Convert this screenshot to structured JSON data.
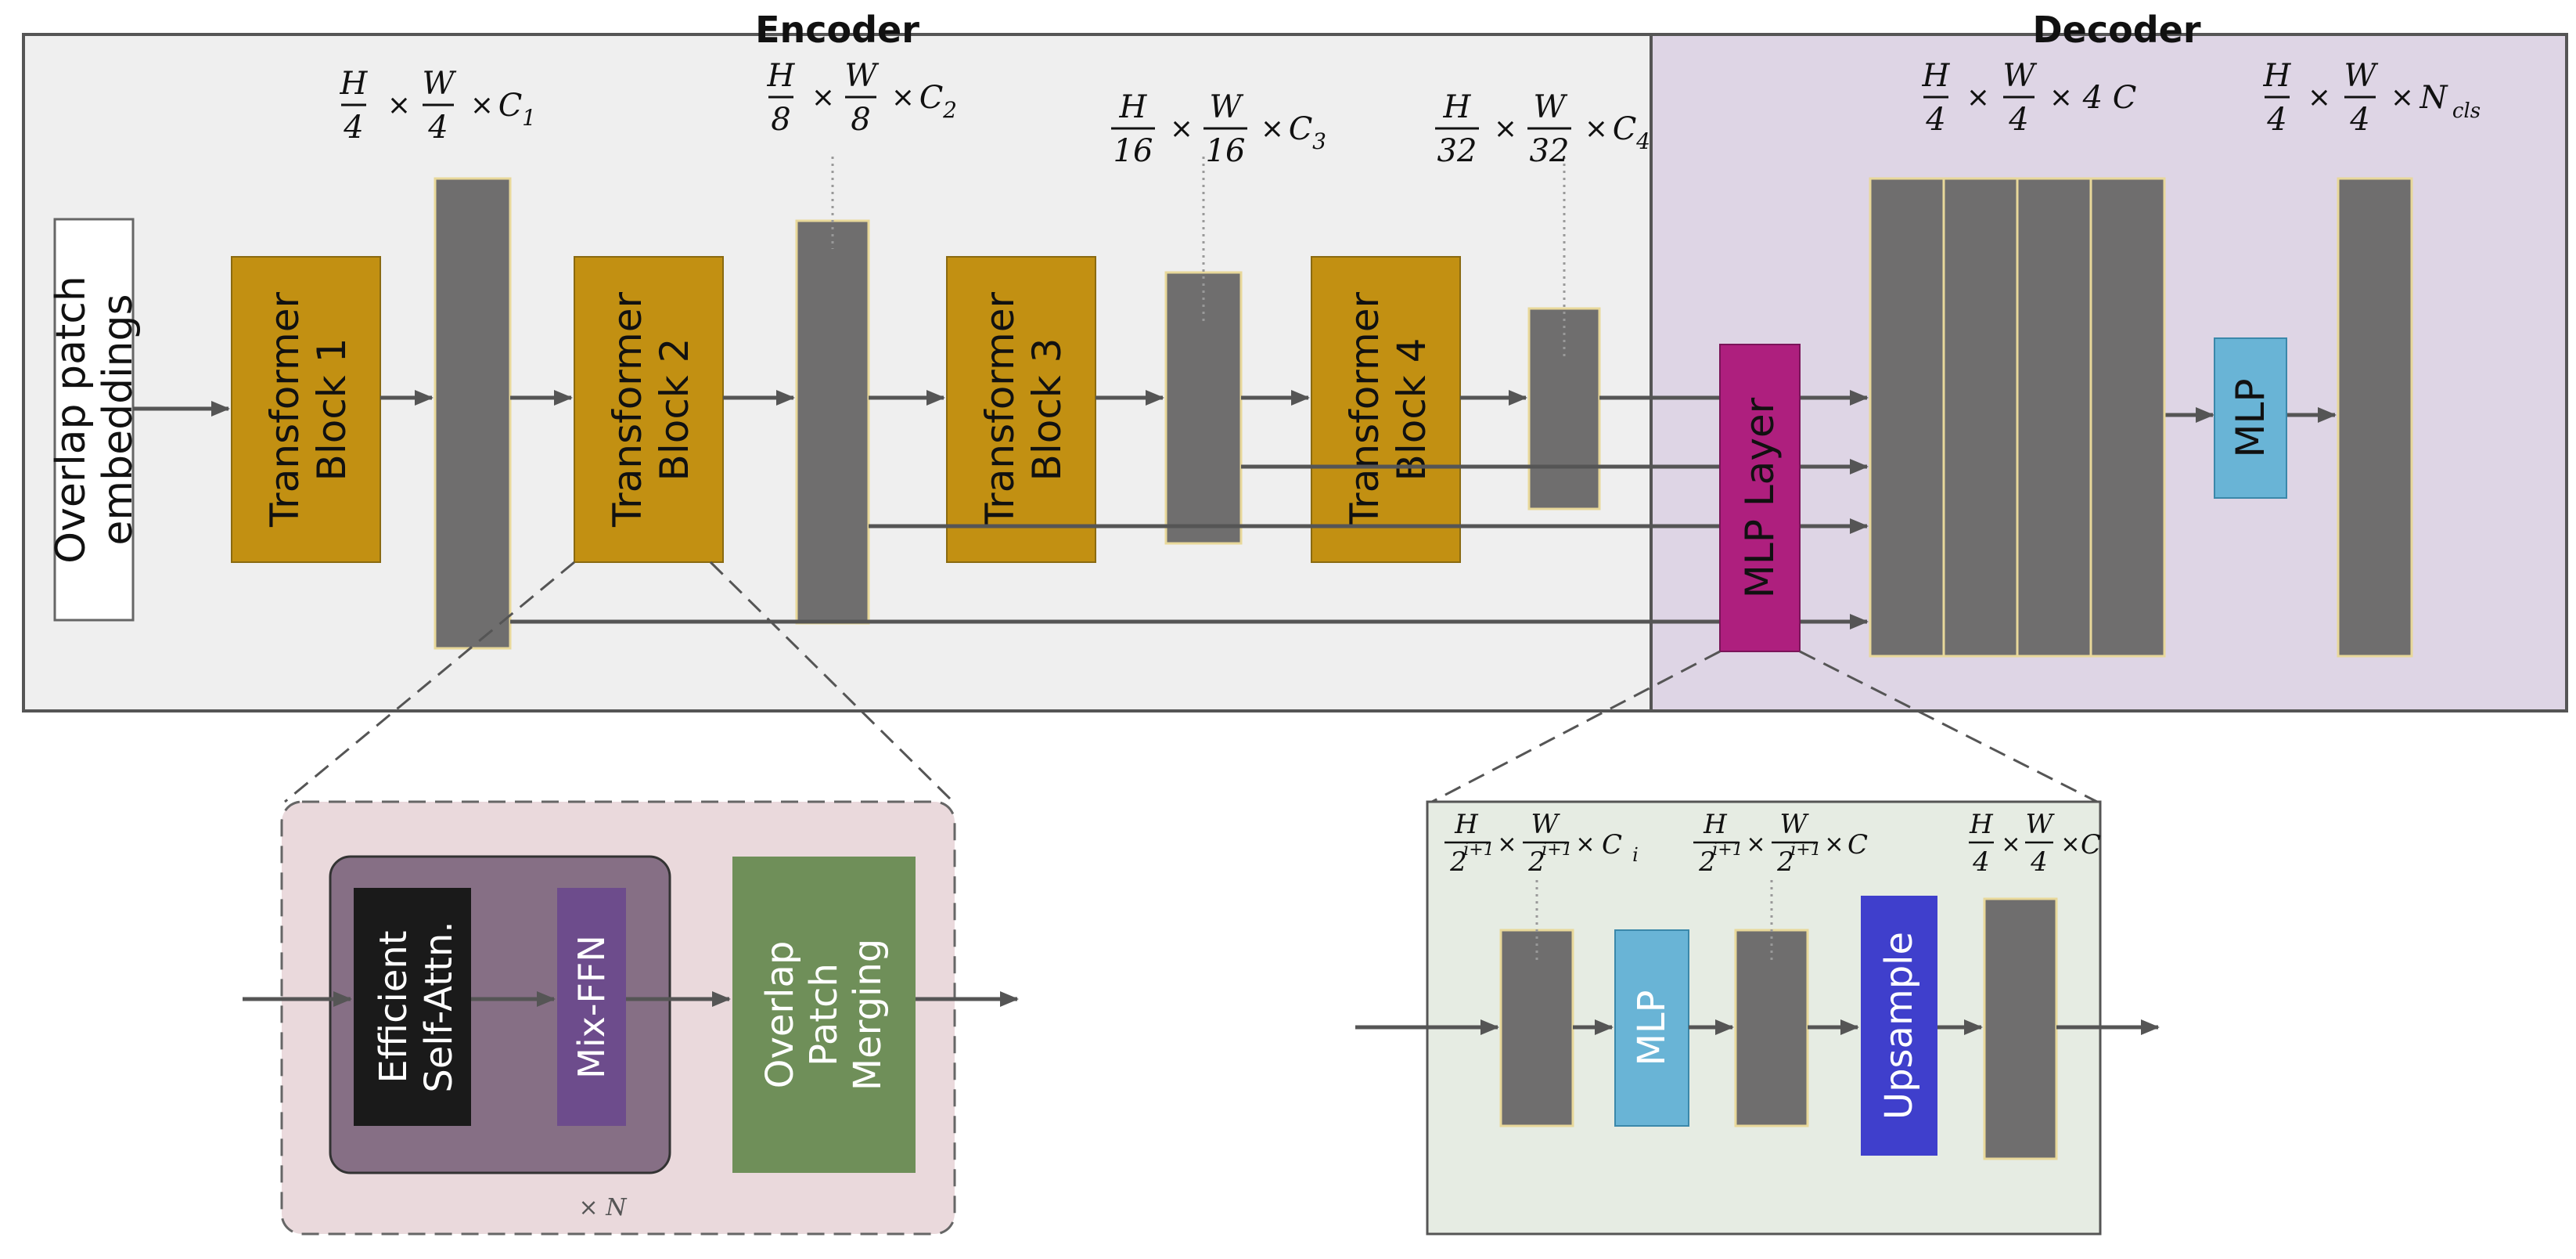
{
  "sections": {
    "encoder": "Encoder",
    "decoder": "Decoder"
  },
  "blocks": {
    "patch_embed": [
      "Overlap patch",
      "embeddings"
    ],
    "tb1": [
      "Transformer",
      "Block 1"
    ],
    "tb2": [
      "Transformer",
      "Block 2"
    ],
    "tb3": [
      "Transformer",
      "Block 3"
    ],
    "tb4": [
      "Transformer",
      "Block 4"
    ],
    "mlp_layer": "MLP Layer",
    "dec_mlp": "MLP",
    "esa": [
      "Efficient",
      "Self-Attn."
    ],
    "mixffn": "Mix-FFN",
    "opm": [
      "Overlap",
      "Patch",
      "Merging"
    ],
    "inset_mlp": "MLP",
    "upsample": "Upsample",
    "repeat": "× N"
  },
  "dims": {
    "s1": {
      "hn": "H",
      "hd": "4",
      "wn": "W",
      "wd": "4",
      "c": "C",
      "cs": "1"
    },
    "s2": {
      "hn": "H",
      "hd": "8",
      "wn": "W",
      "wd": "8",
      "c": "C",
      "cs": "2"
    },
    "s3": {
      "hn": "H",
      "hd": "16",
      "wn": "W",
      "wd": "16",
      "c": "C",
      "cs": "3"
    },
    "s4": {
      "hn": "H",
      "hd": "32",
      "wn": "W",
      "wd": "32",
      "c": "C",
      "cs": "4"
    },
    "d1": {
      "hn": "H",
      "hd": "4",
      "wn": "W",
      "wd": "4",
      "c": "4 C",
      "cs": ""
    },
    "d2": {
      "hn": "H",
      "hd": "4",
      "wn": "W",
      "wd": "4",
      "c": "N",
      "cs": "cls"
    },
    "i1": {
      "hn": "H",
      "hd": "2",
      "hde": "i+1",
      "wn": "W",
      "wd": "2",
      "wde": "i+1",
      "c": "C",
      "cs": "i"
    },
    "i2": {
      "hn": "H",
      "hd": "2",
      "hde": "i+1",
      "wn": "W",
      "wd": "2",
      "wde": "i+1",
      "c": "C",
      "cs": ""
    },
    "i3": {
      "hn": "H",
      "hd": "4",
      "wn": "W",
      "wd": "4",
      "c": "C",
      "cs": ""
    }
  },
  "times_sign": "×",
  "colors": {
    "encoder_bg": "#efefef",
    "decoder_bg": "#ded5e5",
    "transformer": "#c29012",
    "feature": "#6f6e6e",
    "mlp_layer": "#ae1f7e",
    "mlp": "#69b4d6",
    "esa": "#1a1a1a",
    "mixffn": "#6d4c8c",
    "opm": "#6f8f59",
    "upsample": "#3f3fcc",
    "inset_left_bg": "#ead9dc",
    "inset_right_bg": "#e6ece3"
  }
}
